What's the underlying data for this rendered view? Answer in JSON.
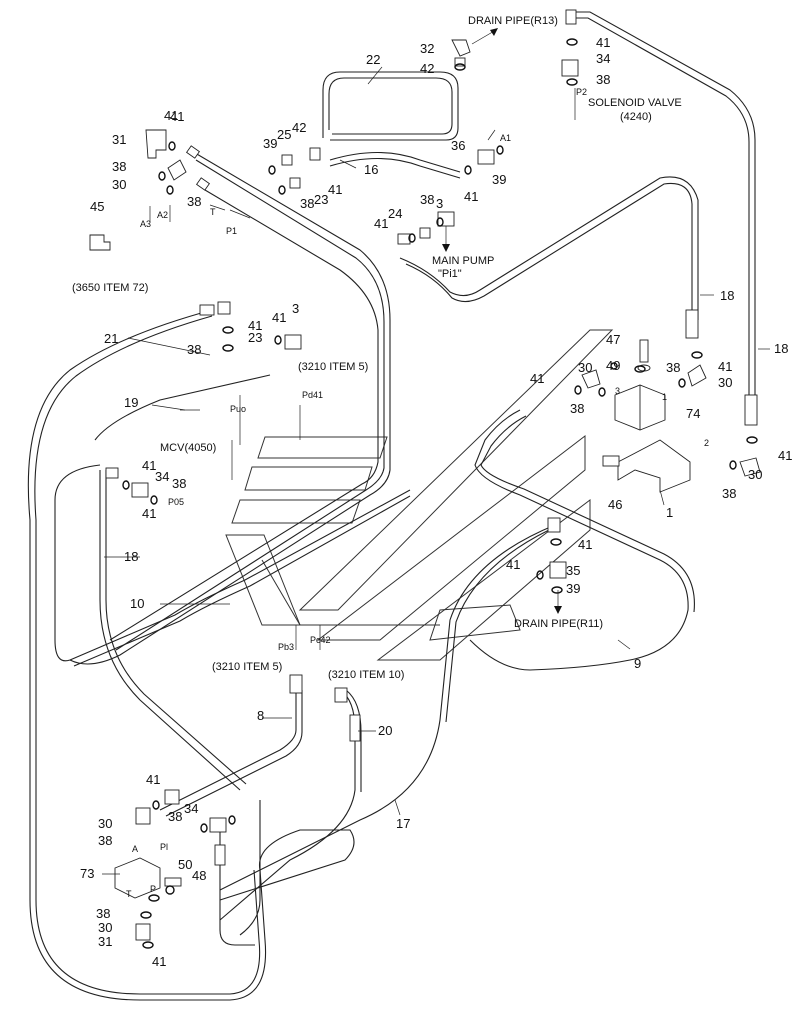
{
  "labels": {
    "drain_r13": "DRAIN PIPE(R13)",
    "drain_r11": "DRAIN PIPE(R11)",
    "solenoid_valve": "SOLENOID VALVE",
    "solenoid_code": "(4240)",
    "main_pump": "MAIN PUMP",
    "main_pump_port": "\"Pi1\"",
    "ref_3650_72": "(3650 ITEM 72)",
    "ref_3210_5_top": "(3210 ITEM 5)",
    "ref_3210_5_bot": "(3210 ITEM 5)",
    "ref_3210_10": "(3210 ITEM 10)",
    "mcv": "MCV(4050)"
  },
  "ports": {
    "A1": "A1",
    "A2": "A2",
    "A3": "A3",
    "P1": "P1",
    "P2": "P2",
    "T_top": "T",
    "Puo": "Puo",
    "Pd41": "Pd41",
    "P05": "P05",
    "Pb3": "Pb3",
    "Pc42": "Pc42",
    "p1": "1",
    "p2": "2",
    "p3": "3",
    "A_bot": "A",
    "Pl": "Pl",
    "P_bot": "P",
    "T_bot": "T"
  },
  "parts": {
    "n1": "1",
    "n3a": "3",
    "n3b": "3",
    "n8": "8",
    "n9": "9",
    "n10": "10",
    "n16": "16",
    "n17": "17",
    "n18a": "18",
    "n18b": "18",
    "n18c": "18",
    "n19": "19",
    "n20": "20",
    "n21": "21",
    "n22": "22",
    "n23a": "23",
    "n23b": "23",
    "n24": "24",
    "n25": "25",
    "n30a": "30",
    "n30b": "30",
    "n30c": "30",
    "n30d": "30",
    "n30e": "30",
    "n30f": "30",
    "n31a": "31",
    "n31b": "31",
    "n32": "32",
    "n34a": "34",
    "n34b": "34",
    "n34c": "34",
    "n35": "35",
    "n36": "36",
    "n38a": "38",
    "n38b": "38",
    "n38c": "38",
    "n38d": "38",
    "n38e": "38",
    "n38f": "38",
    "n38g": "38",
    "n38h": "38",
    "n38i": "38",
    "n38j": "38",
    "n38k": "38",
    "n38l": "38",
    "n38m": "38",
    "n39a": "39",
    "n39b": "39",
    "n39c": "39",
    "n41a": "41",
    "n41b": "41",
    "n41c": "41",
    "n41d": "41",
    "n41e": "41",
    "n41f": "41",
    "n41g": "41",
    "n41h": "41",
    "n41i": "41",
    "n41j": "41",
    "n41k": "41",
    "n41l": "41",
    "n41m": "41",
    "n41n": "41",
    "n41o": "41",
    "n41p": "41",
    "n41q": "41",
    "n42a": "42",
    "n42b": "42",
    "n45": "45",
    "n46": "46",
    "n47": "47",
    "n48": "48",
    "n49": "49",
    "n50": "50",
    "n73": "73",
    "n74": "74"
  }
}
